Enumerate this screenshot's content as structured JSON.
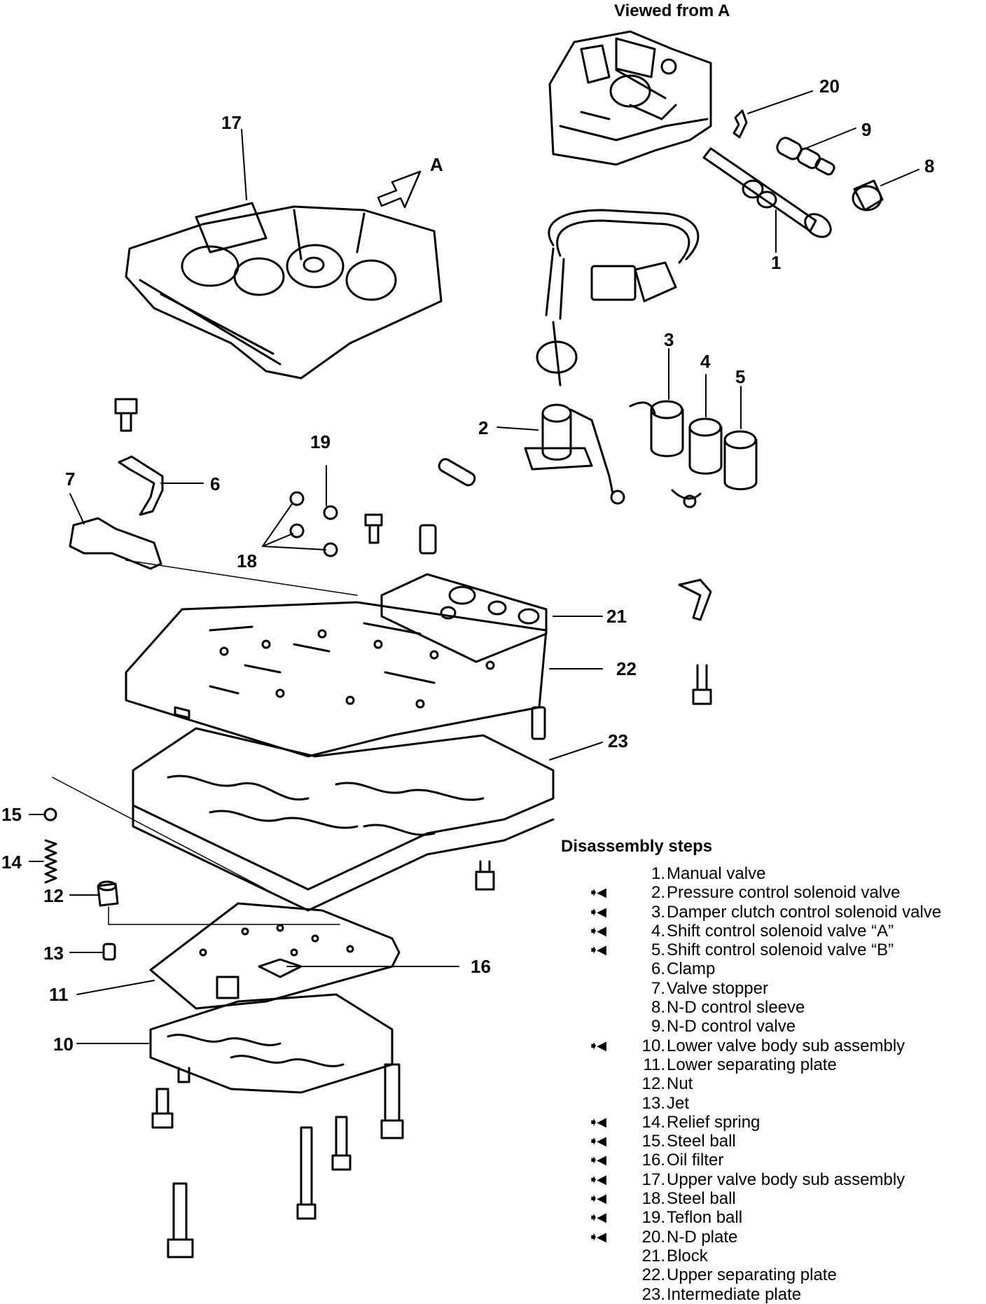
{
  "diagram": {
    "view_label": "Viewed from A",
    "arrow_label": "A",
    "callouts": {
      "c1": "1",
      "c2": "2",
      "c3": "3",
      "c4": "4",
      "c5": "5",
      "c6": "6",
      "c7": "7",
      "c8": "8",
      "c9": "9",
      "c10": "10",
      "c11": "11",
      "c12": "12",
      "c13": "13",
      "c14": "14",
      "c15": "15",
      "c16": "16",
      "c17": "17",
      "c18": "18",
      "c19": "19",
      "c20": "20",
      "c21": "21",
      "c22": "22",
      "c23": "23"
    }
  },
  "steps": {
    "title": "Disassembly steps",
    "items": [
      {
        "num": "1.",
        "label": "Manual valve",
        "mark": ""
      },
      {
        "num": "2.",
        "label": "Pressure control solenoid valve",
        "mark": "➧◀"
      },
      {
        "num": "3.",
        "label": "Damper clutch control solenoid valve",
        "mark": "➧◀"
      },
      {
        "num": "4.",
        "label": "Shift control solenoid valve “A”",
        "mark": "➧◀"
      },
      {
        "num": "5.",
        "label": "Shift control solenoid valve “B”",
        "mark": "➧◀"
      },
      {
        "num": "6.",
        "label": "Clamp",
        "mark": ""
      },
      {
        "num": "7.",
        "label": "Valve stopper",
        "mark": ""
      },
      {
        "num": "8.",
        "label": "N-D control sleeve",
        "mark": ""
      },
      {
        "num": "9.",
        "label": "N-D control valve",
        "mark": ""
      },
      {
        "num": "10.",
        "label": "Lower valve body sub assembly",
        "mark": "➧◀"
      },
      {
        "num": "11.",
        "label": "Lower separating plate",
        "mark": ""
      },
      {
        "num": "12.",
        "label": "Nut",
        "mark": ""
      },
      {
        "num": "13.",
        "label": "Jet",
        "mark": ""
      },
      {
        "num": "14.",
        "label": "Relief spring",
        "mark": "➧◀"
      },
      {
        "num": "15.",
        "label": "Steel ball",
        "mark": "➧◀"
      },
      {
        "num": "16.",
        "label": "Oil filter",
        "mark": "➧◀"
      },
      {
        "num": "17.",
        "label": "Upper valve body sub assembly",
        "mark": "➧◀"
      },
      {
        "num": "18.",
        "label": "Steel ball",
        "mark": "➧◀"
      },
      {
        "num": "19.",
        "label": "Teflon ball",
        "mark": "➧◀"
      },
      {
        "num": "20.",
        "label": "N-D plate",
        "mark": "➧◀"
      },
      {
        "num": "21.",
        "label": "Block",
        "mark": ""
      },
      {
        "num": "22.",
        "label": "Upper separating plate",
        "mark": ""
      },
      {
        "num": "23.",
        "label": "Intermediate plate",
        "mark": ""
      }
    ]
  }
}
